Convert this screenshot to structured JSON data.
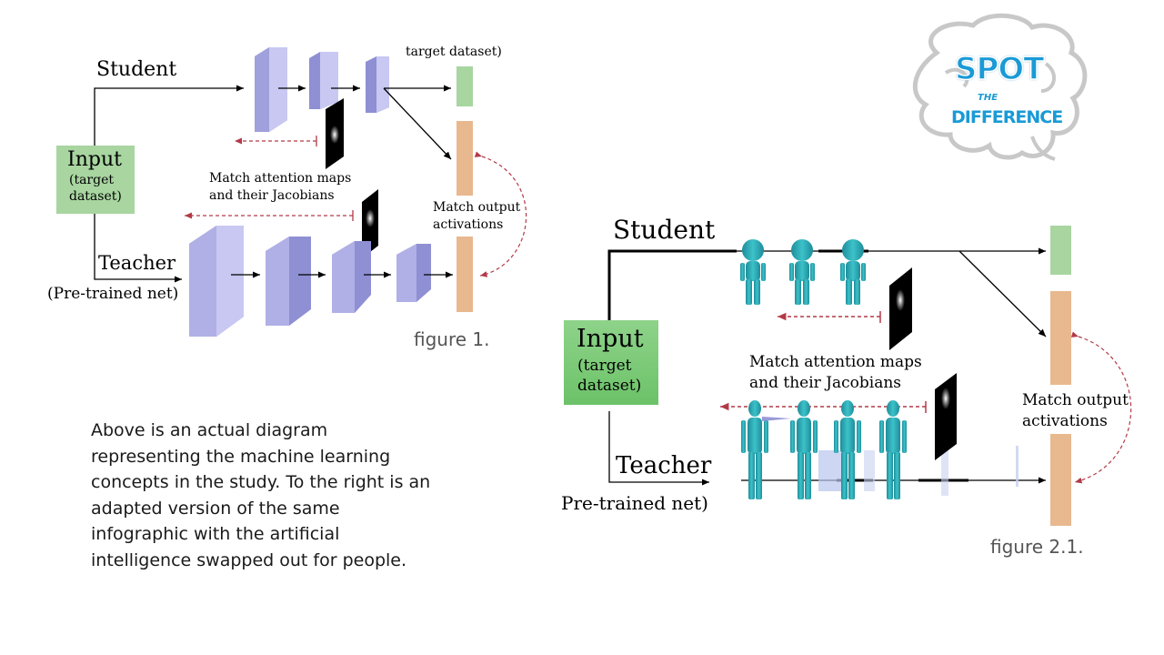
{
  "figure1": {
    "student": "Student",
    "teacher": "Teacher",
    "teacher_sub": "(Pre-trained net)",
    "input_title": "Input",
    "input_sub1": "(target",
    "input_sub2": "dataset)",
    "target_dataset": "target dataset)",
    "match_attention_1": "Match attention maps",
    "match_attention_2": "and their Jacobians",
    "match_output_1": "Match output",
    "match_output_2": "activations",
    "caption": "figure 1."
  },
  "figure2": {
    "student": "Student",
    "teacher": "Teacher",
    "teacher_sub": "Pre-trained net)",
    "input_title": "Input",
    "input_sub1": "(target",
    "input_sub2": "dataset)",
    "match_attention_1": "Match attention maps",
    "match_attention_2": "and their Jacobians",
    "match_output_1": "Match output",
    "match_output_2": "activations",
    "caption": "figure 2.1."
  },
  "description": "Above is an actual diagram representing the machine learning concepts in the study. To the right is an adapted version of the same infographic with the artificial intelligence swapped out for people.",
  "logo": {
    "word1": "SPOT",
    "word2": "THE",
    "word3": "DIFFERENCE"
  },
  "colors": {
    "input_box": "#a8d5a0",
    "output_bar": "#e8b88f",
    "green_bar": "#a8d5a0",
    "block_front": "#b8b8ec",
    "block_side": "#8f8fd4",
    "dashed_arrow": "#b23a48",
    "figure_teal": "#2aa8b4",
    "logo_blue": "#1a9ad6"
  }
}
